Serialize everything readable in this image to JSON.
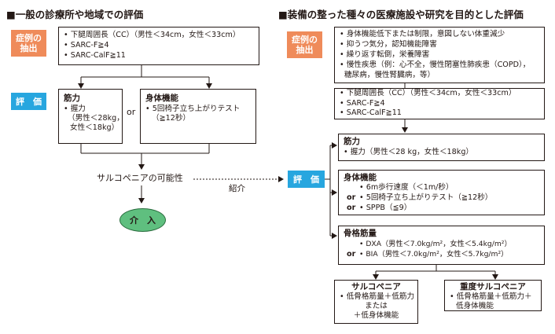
{
  "left": {
    "title": "■一般の診療所や地域での評価",
    "case_tag": "症例の\n抽出",
    "case_items": [
      "下腿周囲長（CC）（男性＜34cm，女性＜33cm）",
      "SARC-F≧4",
      "SARC-CalF≧11"
    ],
    "eval_tag": "評　価",
    "strength_title": "筋力",
    "strength_items": [
      "握力",
      "（男性＜28kg，",
      "女性＜18kg）"
    ],
    "or_label": "or",
    "function_title": "身体機能",
    "function_items": [
      "5回椅子立ち上がりテスト",
      "（≧12秒）"
    ],
    "possibility": "サルコペニアの可能性",
    "intervention": "介　入"
  },
  "referral": "紹介",
  "right": {
    "title": "■装備の整った種々の医療施設や研究を目的とした評価",
    "case_tag": "症例の\n抽出",
    "case_items_a": [
      "身体機能低下または制限，意図しない体重減少",
      "抑うつ気分，認知機能障害",
      "繰り返す転倒，栄養障害",
      "慢性疾患（例：心不全，慢性閉塞性肺疾患（COPD），",
      "糖尿病，慢性腎臓病，等）"
    ],
    "case_items_b": [
      "下腿周囲長（CC）（男性＜34cm，女性＜33cm）",
      "SARC-F≧4",
      "SARC-CalF≧11"
    ],
    "eval_tag": "評　価",
    "strength_title": "筋力",
    "strength_items": [
      "握力（男性＜28 kg，女性＜18kg）"
    ],
    "function_title": "身体機能",
    "function_items": [
      "6m歩行速度（＜1m/秒）",
      "5回椅子立ち上がりテスト（≧12秒）",
      "SPPB（≦9）"
    ],
    "or_label": "or",
    "muscle_title": "骨格筋量",
    "muscle_items": [
      "DXA（男性＜7.0kg/m²，女性＜5.4kg/m²）",
      "BIA（男性＜7.0kg/m²，女性＜5.7kg/m²）"
    ],
    "result1_title": "サルコペニア",
    "result1_items": [
      "低骨格筋量＋低筋力",
      "または",
      "＋低身体機能"
    ],
    "result2_title": "重度サルコペニア",
    "result2_items": [
      "低骨格筋量＋低筋力＋",
      "低身体機能"
    ]
  }
}
